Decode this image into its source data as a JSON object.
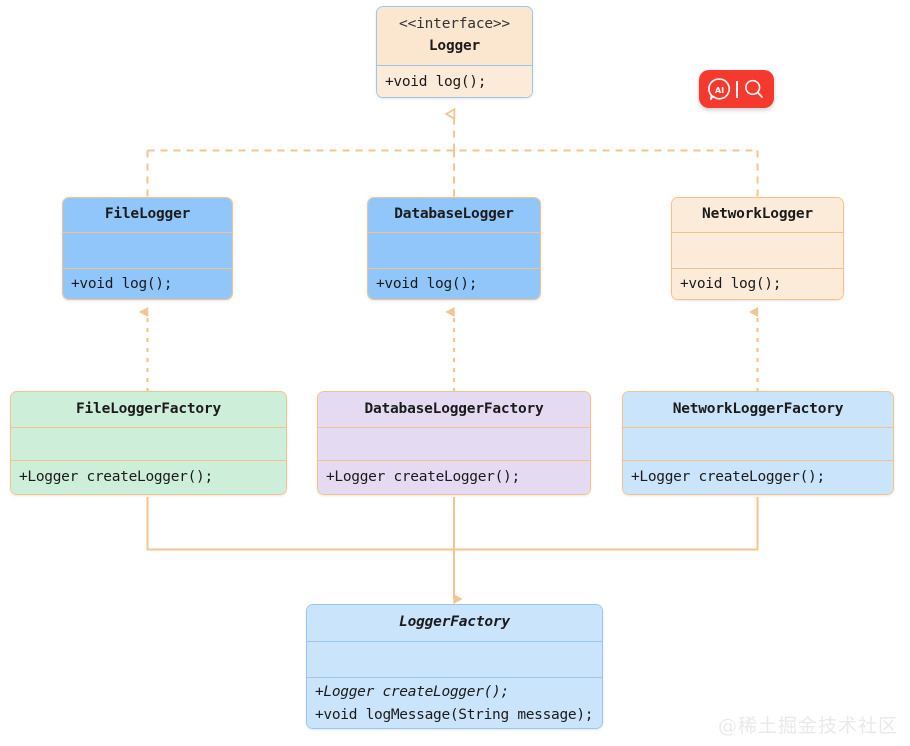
{
  "diagram": {
    "type": "uml-class-diagram",
    "background": "#ffffff",
    "edge_color": "#f5c48f",
    "classes": [
      {
        "id": "logger",
        "stereotype": "<<interface>>",
        "name": "Logger",
        "abstract": false,
        "attributes": [],
        "operations": [
          "+void log();"
        ],
        "fill": "#fbe6cf",
        "border": "#9bc6ec"
      },
      {
        "id": "file-logger",
        "stereotype": "",
        "name": "FileLogger",
        "abstract": false,
        "attributes": [],
        "operations": [
          "+void log();"
        ],
        "fill": "#91c6fb",
        "border": "#f3c38a"
      },
      {
        "id": "database-logger",
        "stereotype": "",
        "name": "DatabaseLogger",
        "abstract": false,
        "attributes": [],
        "operations": [
          "+void log();"
        ],
        "fill": "#91c6fb",
        "border": "#f3c38a"
      },
      {
        "id": "network-logger",
        "stereotype": "",
        "name": "NetworkLogger",
        "abstract": false,
        "attributes": [],
        "operations": [
          "+void log();"
        ],
        "fill": "#fdebda",
        "border": "#f3c38a"
      },
      {
        "id": "file-logger-factory",
        "stereotype": "",
        "name": "FileLoggerFactory",
        "abstract": false,
        "attributes": [],
        "operations": [
          "+Logger createLogger();"
        ],
        "fill": "#cdeed8",
        "border": "#f3c38a"
      },
      {
        "id": "database-logger-factory",
        "stereotype": "",
        "name": "DatabaseLoggerFactory",
        "abstract": false,
        "attributes": [],
        "operations": [
          "+Logger createLogger();"
        ],
        "fill": "#e4dbf2",
        "border": "#f3c38a"
      },
      {
        "id": "network-logger-factory",
        "stereotype": "",
        "name": "NetworkLoggerFactory",
        "abstract": false,
        "attributes": [],
        "operations": [
          "+Logger createLogger();"
        ],
        "fill": "#c9e4fb",
        "border": "#f3c38a"
      },
      {
        "id": "logger-factory",
        "stereotype": "",
        "name": "LoggerFactory",
        "abstract": true,
        "attributes": [],
        "operations": [
          "+Logger createLogger();",
          "+void logMessage(String message);"
        ],
        "fill": "#c9e4fb",
        "border": "#9bc6ec"
      }
    ],
    "edges": [
      {
        "from": "file-logger",
        "to": "logger",
        "style": "dashed",
        "arrow": "hollow-triangle"
      },
      {
        "from": "database-logger",
        "to": "logger",
        "style": "dashed",
        "arrow": "hollow-triangle"
      },
      {
        "from": "network-logger",
        "to": "logger",
        "style": "dashed",
        "arrow": "hollow-triangle"
      },
      {
        "from": "file-logger-factory",
        "to": "file-logger",
        "style": "dashed",
        "arrow": "filled-triangle"
      },
      {
        "from": "database-logger-factory",
        "to": "database-logger",
        "style": "dashed",
        "arrow": "filled-triangle"
      },
      {
        "from": "network-logger-factory",
        "to": "network-logger",
        "style": "dashed",
        "arrow": "filled-triangle"
      },
      {
        "from": "file-logger-factory",
        "to": "logger-factory",
        "style": "solid",
        "arrow": "filled-triangle"
      },
      {
        "from": "database-logger-factory",
        "to": "logger-factory",
        "style": "solid",
        "arrow": "filled-triangle"
      },
      {
        "from": "network-logger-factory",
        "to": "logger-factory",
        "style": "solid",
        "arrow": "filled-triangle"
      }
    ]
  },
  "branding": {
    "badge_color": "#f5392e",
    "badge_ai_label": "AI",
    "badge_search_icon": "search-icon",
    "watermark": "@稀土掘金技术社区"
  }
}
